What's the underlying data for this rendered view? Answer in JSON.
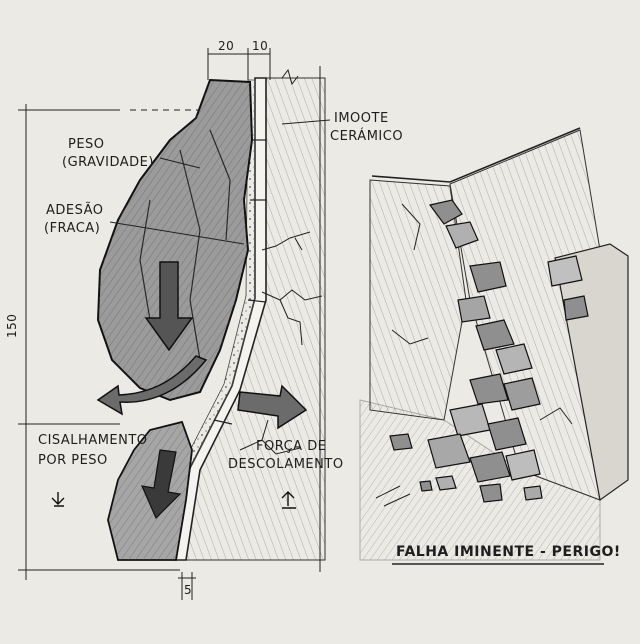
{
  "labels": {
    "weight_line1": "PESO",
    "weight_line2": "(GRAVIDADE)",
    "adhesion_line1": "ADESÃO",
    "adhesion_line2": "(FRACA)",
    "tile_line1": "IMOOTE",
    "tile_line2": "CERÁMICO",
    "shear_line1": "CISALHAMENTO",
    "shear_line2": "POR PESO",
    "detach_line1": "FORÇA DE",
    "detach_line2": "DESCOLAMENTO",
    "title": "FALHA IMINENTE - PERIGO!"
  },
  "dimensions": {
    "top_left": "20",
    "top_right": "10",
    "height": "150",
    "bottom": "5"
  },
  "colors": {
    "paper": "#eceae4",
    "ink": "#1e1e1e",
    "shade": "#6b6b6b",
    "dark": "#3a3a3a"
  }
}
